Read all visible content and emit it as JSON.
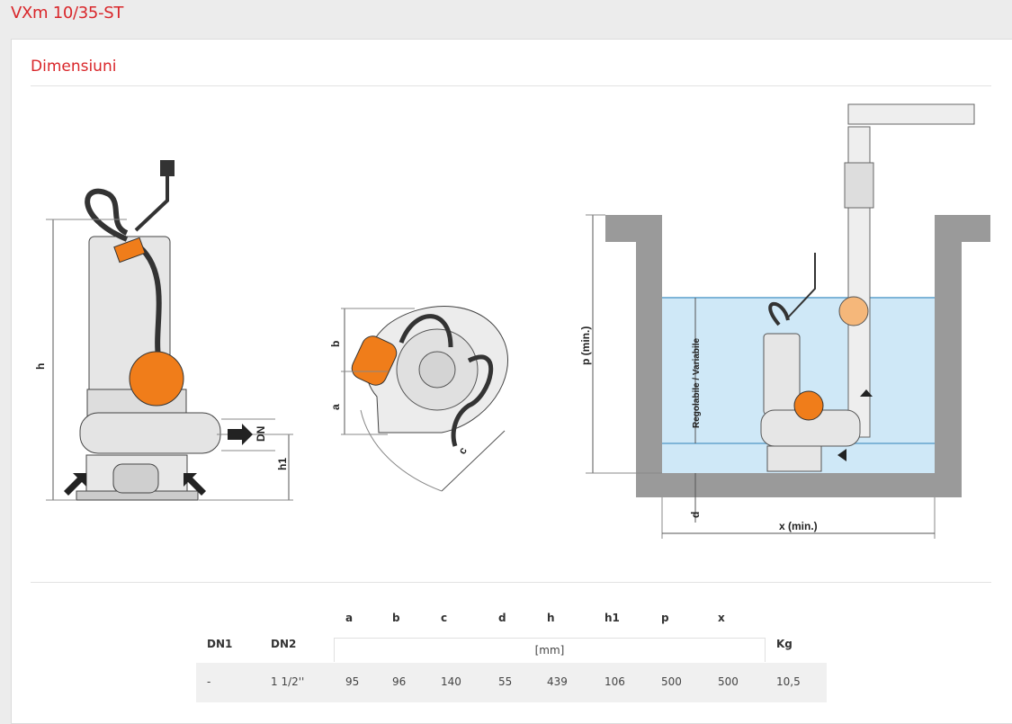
{
  "page_title": "VXm 10/35-ST",
  "section_title": "Dimensiuni",
  "diagram_labels": {
    "h": "h",
    "dn": "DN",
    "h1": "h1",
    "b": "b",
    "a": "a",
    "c": "c",
    "p": "p  (min.)",
    "regolabile": "Regolabile / Variabile",
    "d": "d",
    "x": "x (min.)"
  },
  "table": {
    "headers_top": [
      "a",
      "b",
      "c",
      "d",
      "h",
      "h1",
      "p",
      "x"
    ],
    "dn1": "DN1",
    "dn2": "DN2",
    "unit": "[mm]",
    "kg": "Kg",
    "row": [
      "-",
      "1 1/2''",
      "95",
      "96",
      "140",
      "55",
      "439",
      "106",
      "500",
      "500",
      "10,5"
    ]
  },
  "colors": {
    "accent": "#d9262a",
    "pump_orange": "#f07d1a",
    "water": "#cfe8f7"
  }
}
